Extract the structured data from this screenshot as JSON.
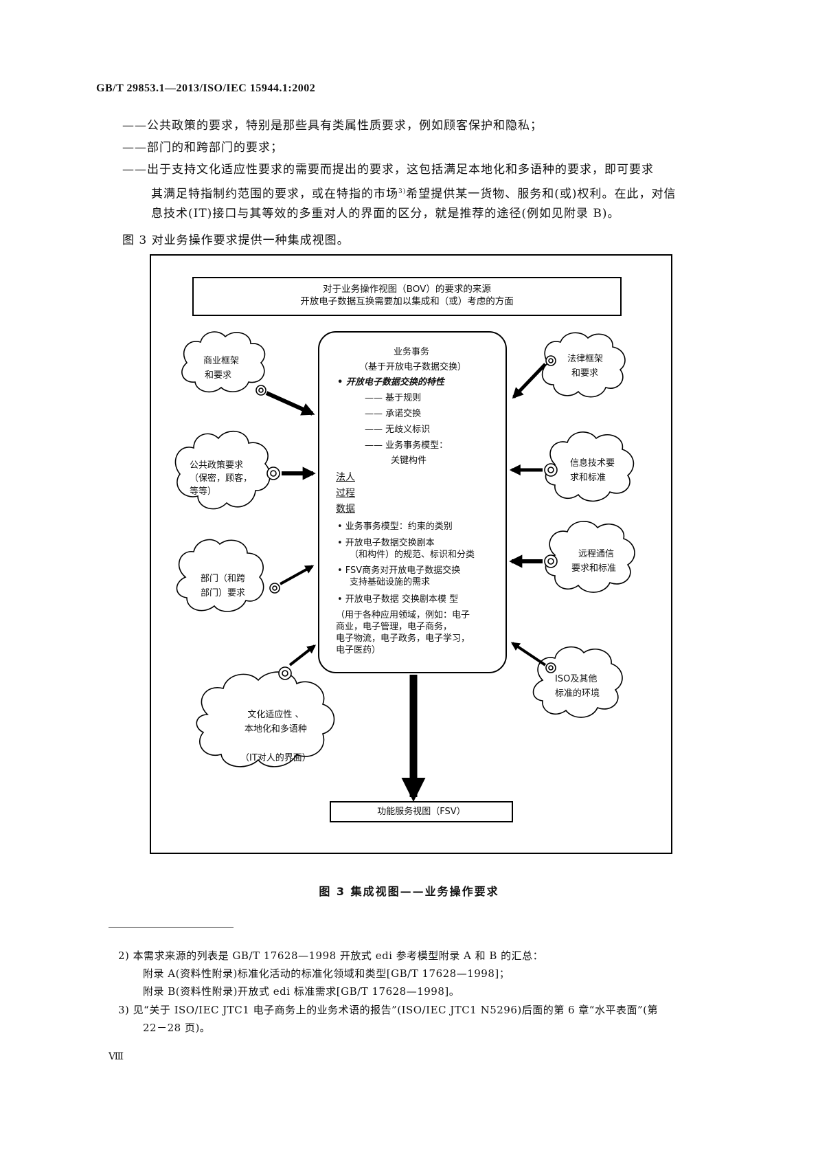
{
  "header": {
    "standard": "GB/T 29853.1—2013/ISO/IEC 15944.1:2002"
  },
  "body": {
    "bullets": [
      "——公共政策的要求，特别是那些具有类属性质要求，例如顾客保护和隐私；",
      "——部门的和跨部门的要求；",
      "——出于支持文化适应性要求的需要而提出的要求，这包括满足本地化和多语种的要求，即可要求"
    ],
    "continuation": [
      "其满足特指制约范围的要求，或在特指的市场",
      "希望提供某一货物、服务和(或)权利。在此，对信",
      "息技术(IT)接口与其等效的多重对人的界面的区分，就是推荐的途径(例如见附录 B)。"
    ],
    "footnote_ref": "3)",
    "figure_intro": "图 3 对业务操作要求提供一种集成视图。"
  },
  "figure": {
    "top_box": [
      "对于业务操作视图（BOV）的要求的来源",
      "开放电子数据互换需要加以集成和（或）考虑的方面"
    ],
    "center": {
      "title1": "业务事务",
      "title2": "（基于开放电子数据交换）",
      "char_heading": "• 开放电子数据交换的特性",
      "dash_items": [
        "——  基于规则",
        "——  承诺交换",
        "——  无歧义标识",
        "——  业务事务模型："
      ],
      "dash_sub": "关键构件",
      "ul_items": [
        "法人",
        "过程",
        "数据"
      ],
      "bullets": [
        "•   业务事务模型：约束的类别",
        "•   开放电子数据交换剧本",
        "（和构件）的规范、标识和分类",
        "•   FSV商务对开放电子数据交换",
        "支持基础设施的需求",
        "•   开放电子数据 交换剧本模 型",
        "（用于各种应用领域，例如：电子",
        "商业，电子管理，电子商务，",
        "电子物流，电子政务，电子学习，",
        "电子医药）"
      ]
    },
    "clouds": {
      "business": [
        "商业框架",
        "和要求"
      ],
      "public_policy": [
        "公共政策要求",
        "（保密，顾客，",
        "等等）"
      ],
      "sector": [
        "部门（和跨",
        "部门）要求"
      ],
      "cultural": [
        "文化适应性 、",
        "本地化和多语种",
        "",
        "（IT对人的界面）"
      ],
      "legal": [
        "法律框架",
        "和要求"
      ],
      "it_standards": [
        "信息技术要",
        "求和标准"
      ],
      "telecom": [
        "远程通信",
        "要求和标准"
      ],
      "iso": [
        "ISO及其他",
        "标准的环境"
      ]
    },
    "fsv_box": "功能服务视图（FSV）",
    "caption": "图 3   集成视图——业务操作要求"
  },
  "footnotes": [
    "2)    本需求来源的列表是 GB/T 17628—1998 开放式 edi 参考模型附录 A 和 B 的汇总：",
    "附录 A(资料性附录)标准化活动的标准化领域和类型[GB/T 17628—1998]；",
    "附录 B(资料性附录)开放式 edi 标准需求[GB/T 17628—1998]。",
    "3)    见“关于 ISO/IEC JTC1 电子商务上的业务术语的报告”(ISO/IEC JTC1 N5296)后面的第 6 章“水平表面”(第",
    "22－28 页)。"
  ],
  "page_number": "Ⅷ"
}
